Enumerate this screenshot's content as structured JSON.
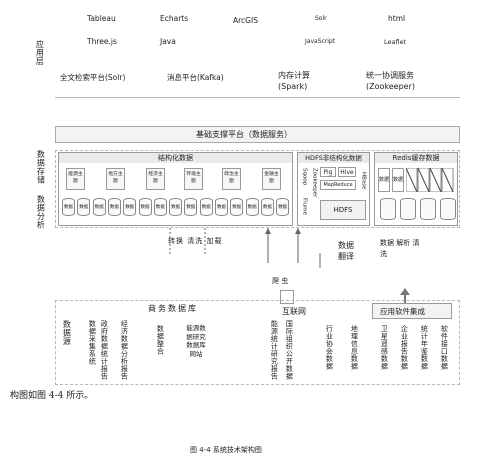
{
  "top_layer": {
    "side_label": "应用层",
    "row1": [
      "Tableau",
      "Echarts",
      "ArcGIS",
      "Solr",
      "html"
    ],
    "row2": [
      "Three.js",
      "Java",
      "JavaScript",
      "Leaflet"
    ],
    "row3": [
      "全文检索平台(Solr)",
      "消息平台(Kafka)",
      "内存计算(Spark)",
      "统一协调服务(Zookeeper)"
    ]
  },
  "platform_bar": "基础支撑平台（数据服务）",
  "storage_layer": {
    "side_label_top": "数据存储",
    "side_label_bottom": "数据分析",
    "structured": {
      "title": "结构化数据",
      "topics": [
        "能源主题",
        "地方主题",
        "经济主题",
        "环境主题",
        "政治主题",
        "金融主题"
      ],
      "cylinder_label": "数据"
    },
    "hdfs": {
      "title": "HDFS非结构化数据",
      "items": [
        "Sqoop",
        "Pig",
        "Hive",
        "Zookeeper",
        "MapReduce",
        "HBase",
        "Flume",
        "HDFS"
      ]
    },
    "redis": {
      "title": "Redis缓存数据",
      "cells": [
        "数据",
        "数据"
      ]
    }
  },
  "middle_labels": {
    "left": "转换 清洗 加载",
    "translate": "数据翻译",
    "right": "数据 解析 清洗",
    "crawl": "爬 虫",
    "internet": "互联网"
  },
  "sources": {
    "side_label": "数据源",
    "business_db": "商务数据库",
    "app_integration": "应用软件集成",
    "tall_labels": [
      "数据采集系统",
      "政府数据统计报告",
      "经济数据分析报告",
      "数据整合",
      "能源统计研究报告",
      "国际组织公开数据",
      "行业协会数据",
      "地理信息数据",
      "卫星遥感数据",
      "企业报告数据",
      "统计年鉴数据",
      "软件接口数据"
    ],
    "db_block": "能源数据研究数据库网站"
  },
  "body_text": "构图如图 4-4 所示。",
  "caption": "图 4-4 系统技术架构图"
}
